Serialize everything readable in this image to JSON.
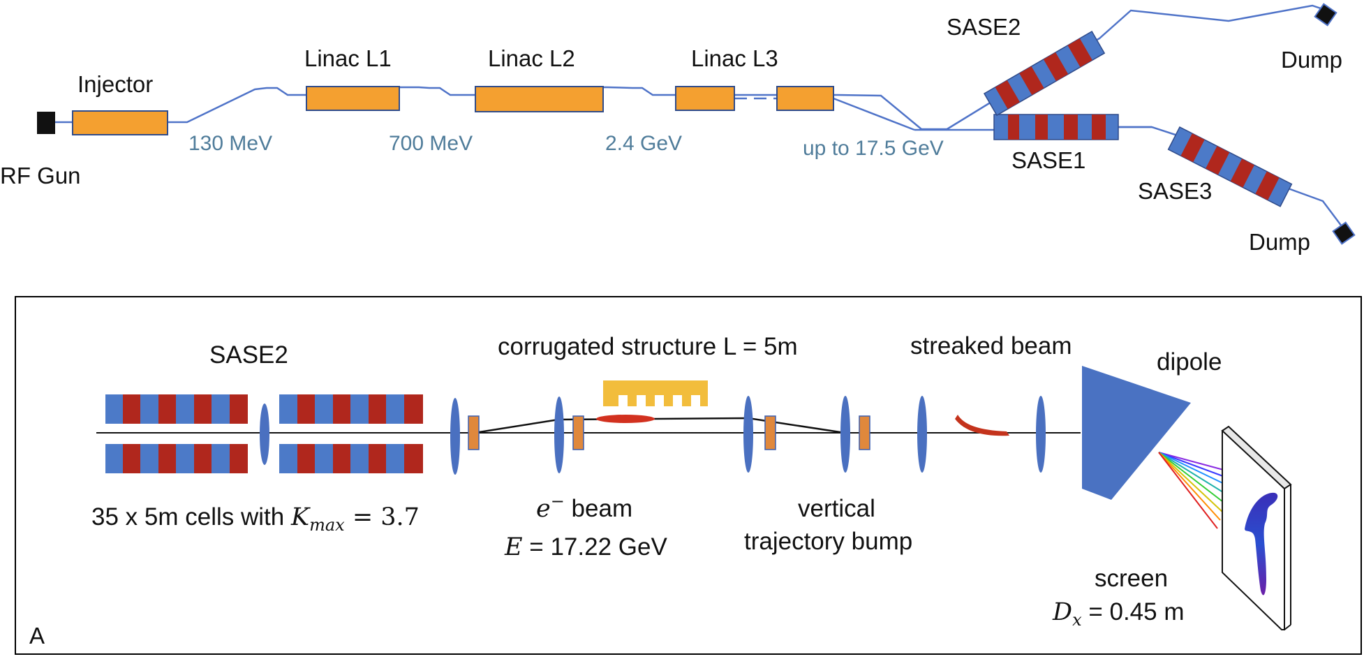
{
  "colors": {
    "beamline": "#4f73c8",
    "module_fill": "#f4a030",
    "module_stroke": "#2f4b8a",
    "undulator_blue": "#4c7ac8",
    "undulator_red": "#b0271d",
    "energy_text": "#4f7c9a",
    "lens": "#4a70c0",
    "kicker": "#e0883c",
    "corrugated": "#f2bd3c",
    "dipole": "#4a72c2"
  },
  "top": {
    "rf_gun": "RF Gun",
    "injector": "Injector",
    "linac_l1": "Linac L1",
    "linac_l2": "Linac L2",
    "linac_l3": "Linac L3",
    "e1": "130 MeV",
    "e2": "700 MeV",
    "e3": "2.4 GeV",
    "e4": "up to 17.5 GeV",
    "sase1": "SASE1",
    "sase2": "SASE2",
    "sase3": "SASE3",
    "dump_top": "Dump",
    "dump_bottom": "Dump"
  },
  "panel": {
    "sase2_title": "SASE2",
    "corrugated": "corrugated structure L = 5m",
    "streaked": "streaked beam",
    "dipole": "dipole",
    "cells_text": "35 x 5m cells with ",
    "kmax_symbol": "K",
    "kmax_sub": "max",
    "kmax_value": " = 3.7",
    "beam_symbol": "e",
    "beam_sup": "−",
    "beam_word": " beam",
    "energy_symbol": "E",
    "energy_value": " = 17.22 GeV",
    "vertical_line1": "vertical",
    "vertical_line2": "trajectory bump",
    "screen_label": "screen",
    "dx_symbol": "D",
    "dx_sub": "x",
    "dx_value": " = 0.45 m",
    "panel_letter": "A"
  }
}
